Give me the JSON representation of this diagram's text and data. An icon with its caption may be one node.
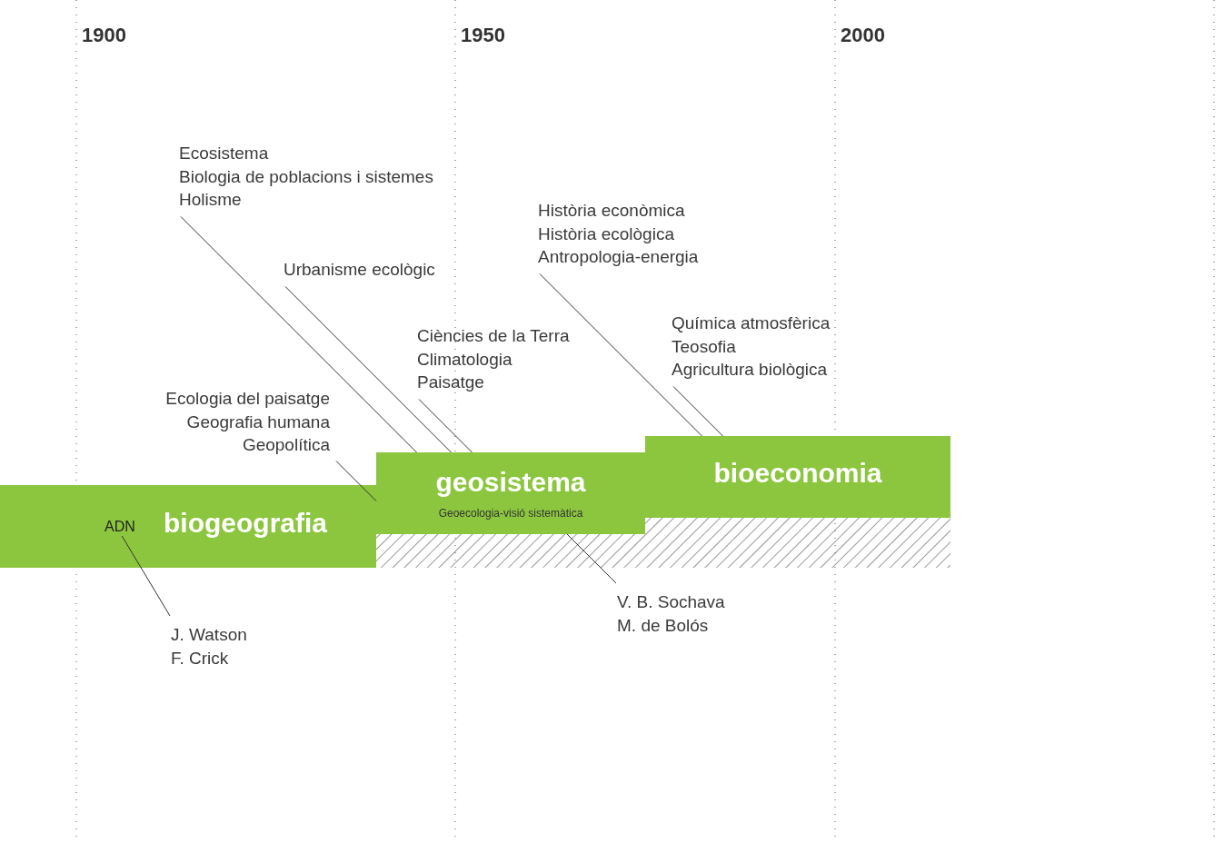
{
  "diagram": {
    "nodes": [
      {
        "text": [
          "biogeografia"
        ]
      },
      {
        "text": [
          "ADN"
        ],
        "in": 0
      },
      {
        "text": [
          "geosistema",
          "Geoecologia-visió sistemàtica"
        ]
      },
      {
        "text": [
          "bioeconomia"
        ]
      },
      {
        "text": [
          "Ecosistema",
          "Biologia de poblacions i sistemes",
          "Holisme"
        ]
      },
      {
        "text": [
          "Urbanisme ecològic"
        ]
      },
      {
        "text": [
          "Ciències de la Terra",
          "Climatologia",
          "Paisatge"
        ]
      },
      {
        "text": [
          "Ecologia del paisatge",
          "Geografia humana",
          "Geopolítica"
        ]
      },
      {
        "text": [
          "Història econòmica",
          "Història ecològica",
          "Antropologia-energia"
        ]
      },
      {
        "text": [
          "Química atmosfèrica",
          "Teosofia",
          "Agricultura biològica"
        ]
      },
      {
        "text": [
          "J. Watson",
          "F. Crick"
        ]
      },
      {
        "text": [
          "V. B. Sochava",
          "M. de Bolós"
        ]
      },
      {
        "text": [],
        "shape": "bar"
      }
    ],
    "edges": [
      {
        "from": 4,
        "to": 2,
        "arrow": "none"
      },
      {
        "from": 5,
        "to": 2,
        "arrow": "none"
      },
      {
        "from": 6,
        "to": 2,
        "arrow": "none"
      },
      {
        "from": 7,
        "to": 2,
        "arrow": "none"
      },
      {
        "from": 8,
        "to": 3,
        "arrow": "none"
      },
      {
        "from": 9,
        "to": 3,
        "arrow": "none"
      },
      {
        "from": 10,
        "to": 1,
        "arrow": "none"
      },
      {
        "from": 11,
        "to": 2,
        "arrow": "none"
      }
    ],
    "labels": [
      "1900",
      "1950",
      "2000"
    ]
  }
}
